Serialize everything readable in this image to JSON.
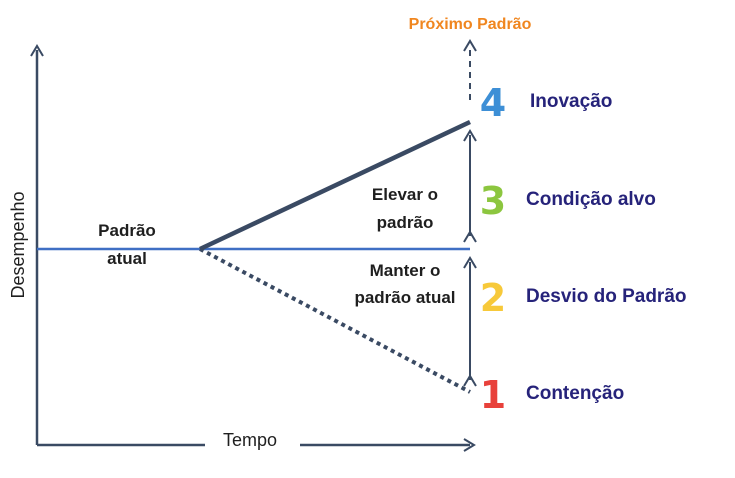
{
  "labels": {
    "next_standard": "Próximo Padrão",
    "y_axis": "Desempenho",
    "x_axis": "Tempo",
    "current_standard_line1": "Padrão",
    "current_standard_line2": "atual",
    "raise_line1": "Elevar o",
    "raise_line2": "padrão",
    "maintain_line1": "Manter o",
    "maintain_line2": "padrão atual"
  },
  "steps": [
    {
      "number": "4",
      "label": "Inovação",
      "color": "#3d8fd6"
    },
    {
      "number": "3",
      "label": "Condição alvo",
      "color": "#8cc63f"
    },
    {
      "number": "2",
      "label": "Desvio do Padrão",
      "color": "#f7c93a"
    },
    {
      "number": "1",
      "label": "Contenção",
      "color": "#e8413b"
    }
  ],
  "colors": {
    "axis": "#3a4a63",
    "baseline": "#3f6fc4",
    "arrows": "#3a4a63",
    "next_standard": "#f0861f",
    "step_text": "#26237a"
  }
}
